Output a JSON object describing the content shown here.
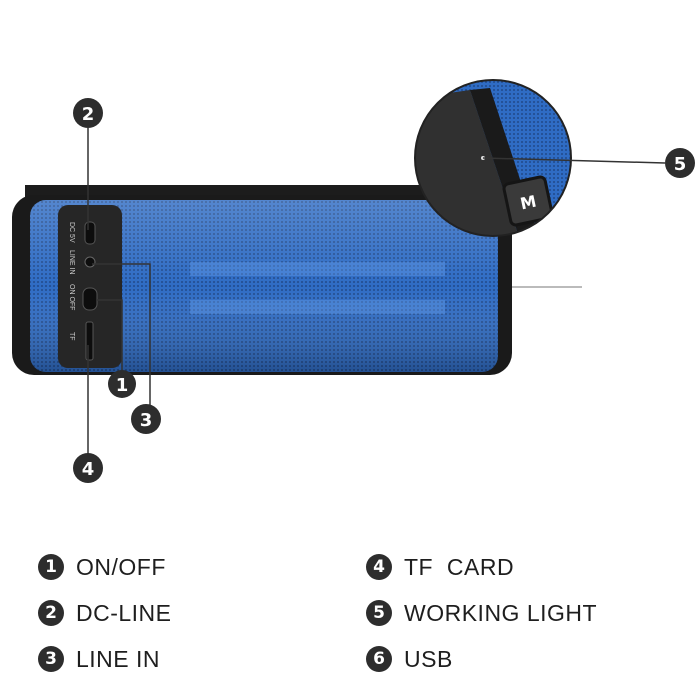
{
  "ports": {
    "dc": "DC 5V",
    "line_in": "LINE IN",
    "on_off": "ON OFF",
    "tf": "TF",
    "mode_button": "M"
  },
  "callouts": [
    "2",
    "1",
    "3",
    "4",
    "5"
  ],
  "legend": [
    {
      "num": "1",
      "label": "ON/OFF"
    },
    {
      "num": "2",
      "label": "DC-LINE"
    },
    {
      "num": "3",
      "label": "LINE IN"
    },
    {
      "num": "4",
      "label": "TF  CARD"
    },
    {
      "num": "5",
      "label": "WORKING LIGHT"
    },
    {
      "num": "6",
      "label": "USB"
    }
  ],
  "colors": {
    "speaker_blue": "#2f6cc4",
    "body_black": "#1a1a1a",
    "callout_dark": "#2d2d2d"
  }
}
